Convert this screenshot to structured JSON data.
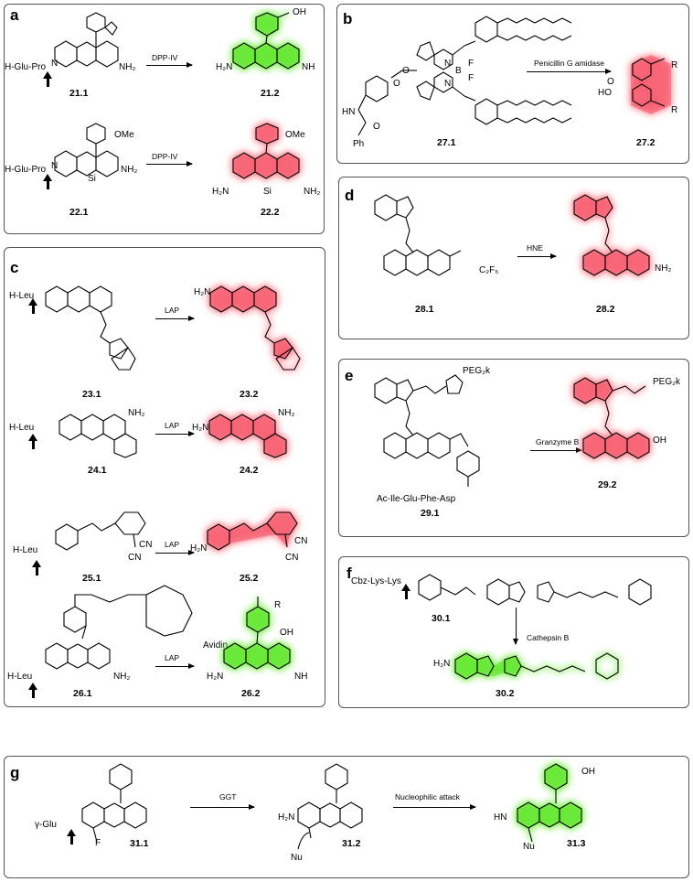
{
  "panels": {
    "a": {
      "label": "a",
      "rows": [
        {
          "substrate_label": "H-Glu-Pro",
          "substrate_amine": "NH₂",
          "enzyme": "DPP-IV",
          "substrate_id": "21.1",
          "product_id": "21.2",
          "product_left": "H₂N",
          "product_right": "NH",
          "product_side": "OH"
        },
        {
          "substrate_label": "H-Glu-Pro",
          "substrate_amine": "NH₂",
          "enzyme": "DPP-IV",
          "substrate_id": "22.1",
          "product_id": "22.2",
          "product_left": "H₂N",
          "product_right": "NH₂",
          "product_side": "OMe",
          "substrate_side": "OMe",
          "si": "Si"
        }
      ]
    },
    "b": {
      "label": "b",
      "enzyme": "Penicillin G amidase",
      "substrate_id": "27.1",
      "product_id": "27.2",
      "texts": [
        "HN",
        "O",
        "Ph",
        "O",
        "O",
        "N",
        "N",
        "B",
        "F",
        "F",
        "HO",
        "O",
        "R",
        "R"
      ]
    },
    "c": {
      "label": "c",
      "rows": [
        {
          "substrate_label": "H-Leu",
          "enzyme": "LAP",
          "substrate_id": "23.1",
          "product_id": "23.2",
          "product_amine": "H₂N"
        },
        {
          "substrate_label": "H-Leu",
          "enzyme": "LAP",
          "substrate_id": "24.1",
          "product_id": "24.2",
          "amine": "NH₂",
          "product_amine": "H₂N"
        },
        {
          "substrate_label": "H-Leu",
          "enzyme": "LAP",
          "substrate_id": "25.1",
          "product_id": "25.2",
          "cn": "CN",
          "product_amine": "H₂N"
        },
        {
          "substrate_label": "H-Leu",
          "enzyme": "LAP",
          "substrate_id": "26.1",
          "product_id": "26.2",
          "amine": "NH₂",
          "avidin": "Avidin",
          "product_left": "H₂N",
          "product_right": "NH",
          "product_side": "OH",
          "product_r": "R"
        }
      ]
    },
    "d": {
      "label": "d",
      "enzyme": "HNE",
      "substrate_id": "28.1",
      "product_id": "28.2",
      "acyl": "C₂F₅",
      "product_amine": "NH₂"
    },
    "e": {
      "label": "e",
      "enzyme": "Granzyme B",
      "substrate_id": "29.1",
      "product_id": "29.2",
      "peg": "PEG₂k",
      "peptide": "Ac-Ile-Glu-Phe-Asp",
      "product_oh": "OH"
    },
    "f": {
      "label": "f",
      "enzyme": "Cathepsin B",
      "substrate_id": "30.1",
      "product_id": "30.2",
      "peptide": "Cbz-Lys-Lys",
      "product_amine": "H₂N"
    },
    "g": {
      "label": "g",
      "step1": "GGT",
      "step2": "Nucleophilic attack",
      "substrate_label": "γ-Glu",
      "ids": [
        "31.1",
        "31.2",
        "31.3"
      ],
      "nu": "Nu",
      "f_atom": "F",
      "h2n": "H₂N",
      "hn": "HN",
      "oh": "OH"
    }
  }
}
